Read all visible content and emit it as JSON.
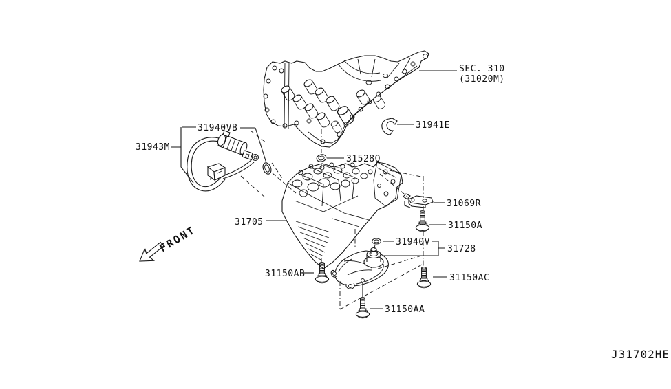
{
  "page": {
    "background": "#ffffff",
    "line_color": "#161616"
  },
  "parts": {
    "sec310_title": "SEC. 310",
    "sec310_code": "(31020M)",
    "clip": "31941E",
    "solenoid_assy": "31940VB",
    "harness": "31943M",
    "oring_upper": "31528Q",
    "control_valve": "31705",
    "bracket": "31069R",
    "bolt_a": "31150A",
    "oring_cover": "31940V",
    "cover": "31728",
    "bolt_ab": "31150AB",
    "bolt_ac": "31150AC",
    "bolt_aa": "31150AA"
  },
  "annotations": {
    "front_arrow": "FRONT",
    "drawing_code": "J31702HE"
  }
}
